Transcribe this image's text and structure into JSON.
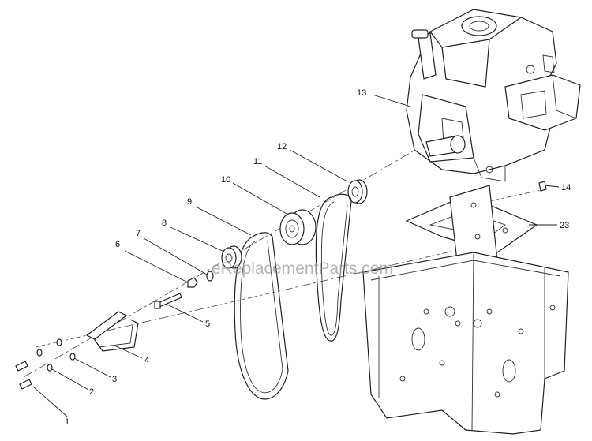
{
  "watermark": "eReplacementParts.com",
  "callouts": [
    {
      "id": "c1",
      "text": "1"
    },
    {
      "id": "c2",
      "text": "2"
    },
    {
      "id": "c3",
      "text": "3"
    },
    {
      "id": "c4",
      "text": "4"
    },
    {
      "id": "c5",
      "text": "5"
    },
    {
      "id": "c6",
      "text": "6"
    },
    {
      "id": "c7",
      "text": "7"
    },
    {
      "id": "c8",
      "text": "8"
    },
    {
      "id": "c9",
      "text": "9"
    },
    {
      "id": "c10",
      "text": "10"
    },
    {
      "id": "c11",
      "text": "11"
    },
    {
      "id": "c12",
      "text": "12"
    },
    {
      "id": "c13",
      "text": "13"
    },
    {
      "id": "c14",
      "text": "14"
    },
    {
      "id": "c23",
      "text": "23"
    }
  ]
}
